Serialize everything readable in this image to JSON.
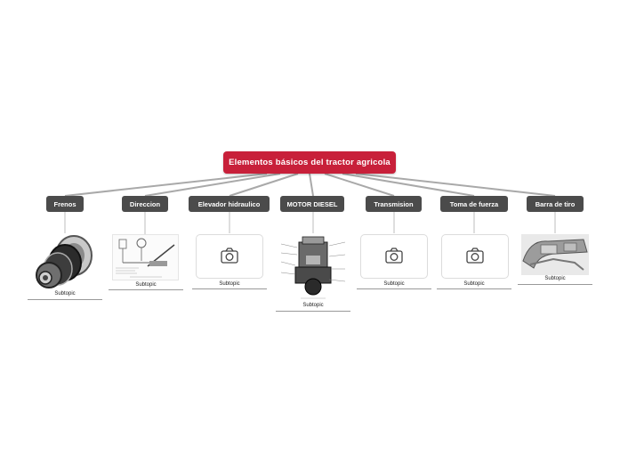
{
  "root": {
    "label": "Elementos básicos del tractor  agricola"
  },
  "topics": [
    {
      "id": "frenos",
      "label": "Frenos",
      "subtopic": "Subtopic",
      "media": "brake-disc-image"
    },
    {
      "id": "direccion",
      "label": "Direccion",
      "subtopic": "Subtopic",
      "media": "steering-diagram-image"
    },
    {
      "id": "elevador",
      "label": "Elevador hidraulico",
      "subtopic": "Subtopic",
      "media": "camera-icon"
    },
    {
      "id": "motor",
      "label": "MOTOR DIESEL",
      "subtopic": "Subtopic",
      "media": "diesel-engine-diagram-image"
    },
    {
      "id": "transmision",
      "label": "Transmision",
      "subtopic": "Subtopic",
      "media": "camera-icon"
    },
    {
      "id": "toma",
      "label": "Toma de fuerza",
      "subtopic": "Subtopic",
      "media": "camera-icon"
    },
    {
      "id": "barra",
      "label": "Barra de tiro",
      "subtopic": "Subtopic",
      "media": "drawbar-image"
    }
  ],
  "colors": {
    "root": "#c8203a",
    "topic": "#4b4b4b",
    "connector": "#a9a9a9"
  }
}
